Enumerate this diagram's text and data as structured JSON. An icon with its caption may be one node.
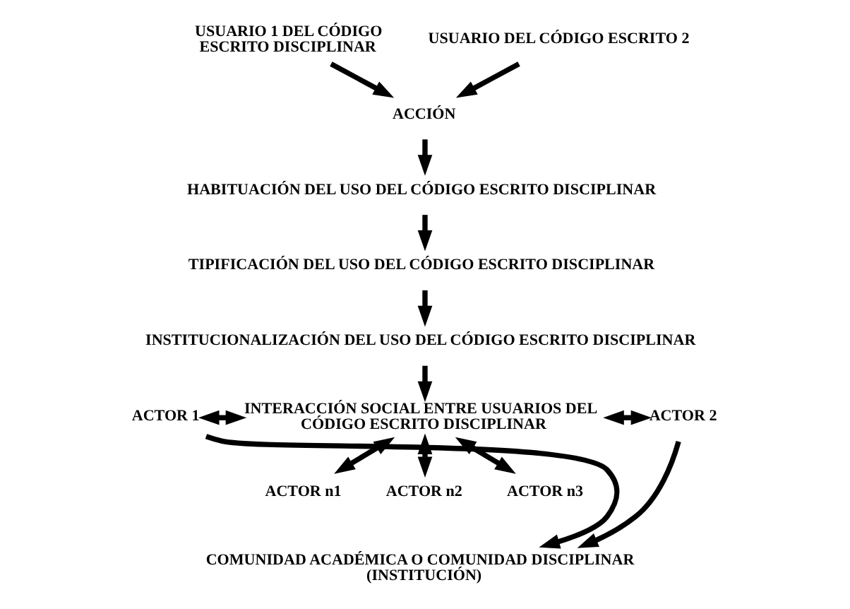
{
  "diagram": {
    "nodes": [
      {
        "text": [
          "USUARIO 1 DEL CÓDIGO ESCRITO DISCIPLINAR"
        ]
      },
      {
        "text": [
          "USUARIO DEL CÓDIGO ESCRITO 2"
        ]
      },
      {
        "text": [
          "ACCIÓN"
        ]
      },
      {
        "text": [
          "HABITUACIÓN DEL USO DEL CÓDIGO ESCRITO DISCIPLINAR"
        ]
      },
      {
        "text": [
          "TIPIFICACIÓN DEL USO DEL CÓDIGO ESCRITO DISCIPLINAR"
        ]
      },
      {
        "text": [
          "INSTITUCIONALIZACIÓN DEL USO DEL CÓDIGO ESCRITO DISCIPLINAR"
        ]
      },
      {
        "text": [
          "ACTOR 1"
        ]
      },
      {
        "text": [
          "INTERACCIÓN SOCIAL ENTRE USUARIOS DEL CÓDIGO ESCRITO DISCIPLINAR"
        ]
      },
      {
        "text": [
          "ACTOR 2"
        ]
      },
      {
        "text": [
          "ACTOR n1"
        ]
      },
      {
        "text": [
          "ACTOR n2"
        ]
      },
      {
        "text": [
          "ACTOR n3"
        ]
      },
      {
        "text": [
          "COMUNIDAD ACADÉMICA O COMUNIDAD DISCIPLINAR (INSTITUCIÓN)"
        ]
      }
    ],
    "edges": [
      {
        "from": 0,
        "to": 2,
        "arrow": "to"
      },
      {
        "from": 1,
        "to": 2,
        "arrow": "to"
      },
      {
        "from": 2,
        "to": 3,
        "arrow": "to"
      },
      {
        "from": 3,
        "to": 4,
        "arrow": "to"
      },
      {
        "from": 4,
        "to": 5,
        "arrow": "to"
      },
      {
        "from": 5,
        "to": 7,
        "arrow": "to"
      },
      {
        "from": 6,
        "to": 7,
        "arrow": "both"
      },
      {
        "from": 7,
        "to": 8,
        "arrow": "both"
      },
      {
        "from": 7,
        "to": 9,
        "arrow": "both"
      },
      {
        "from": 7,
        "to": 10,
        "arrow": "both"
      },
      {
        "from": 7,
        "to": 11,
        "arrow": "both"
      },
      {
        "from": 6,
        "to": 12,
        "arrow": "to"
      },
      {
        "from": 8,
        "to": 12,
        "arrow": "to"
      }
    ]
  }
}
